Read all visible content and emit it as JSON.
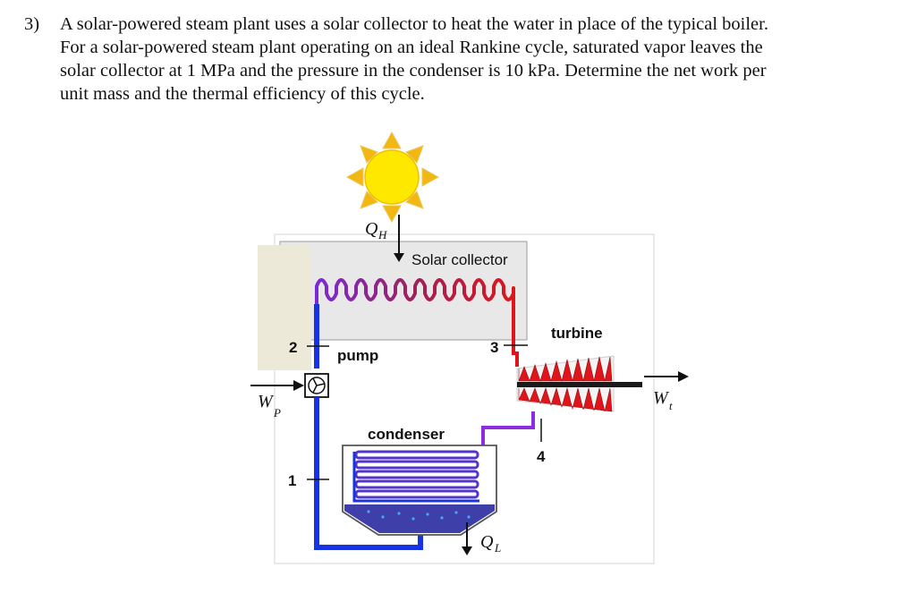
{
  "problem": {
    "number": "3)",
    "lines": [
      "A solar-powered steam plant uses a solar collector to heat the water in place of the typical boiler.",
      "For a solar-powered steam plant operating on an ideal Rankine cycle, saturated vapor leaves the",
      "solar collector at 1 MPa and the pressure in the condenser is 10 kPa. Determine the net work per",
      "unit mass and the thermal efficiency of this cycle."
    ]
  },
  "diagram": {
    "solar_collector_label": "Solar collector",
    "turbine_label": "turbine",
    "pump_label": "pump",
    "condenser_label": "condenser",
    "state_1": "1",
    "state_2": "2",
    "state_3": "3",
    "state_4": "4",
    "qh_main": "Q",
    "qh_sub": "H",
    "ql_main": "Q",
    "ql_sub": "L",
    "wp_main": "W",
    "wp_sub": "P",
    "wt_main": "W",
    "wt_sub": "t"
  },
  "colors": {
    "hot_pipe": "#e0151b",
    "cold_pipe": "#1633e6",
    "wet_pipe": "#8c2ee0",
    "sun_fill": "#ffe800",
    "sun_ray": "#f2b713"
  }
}
